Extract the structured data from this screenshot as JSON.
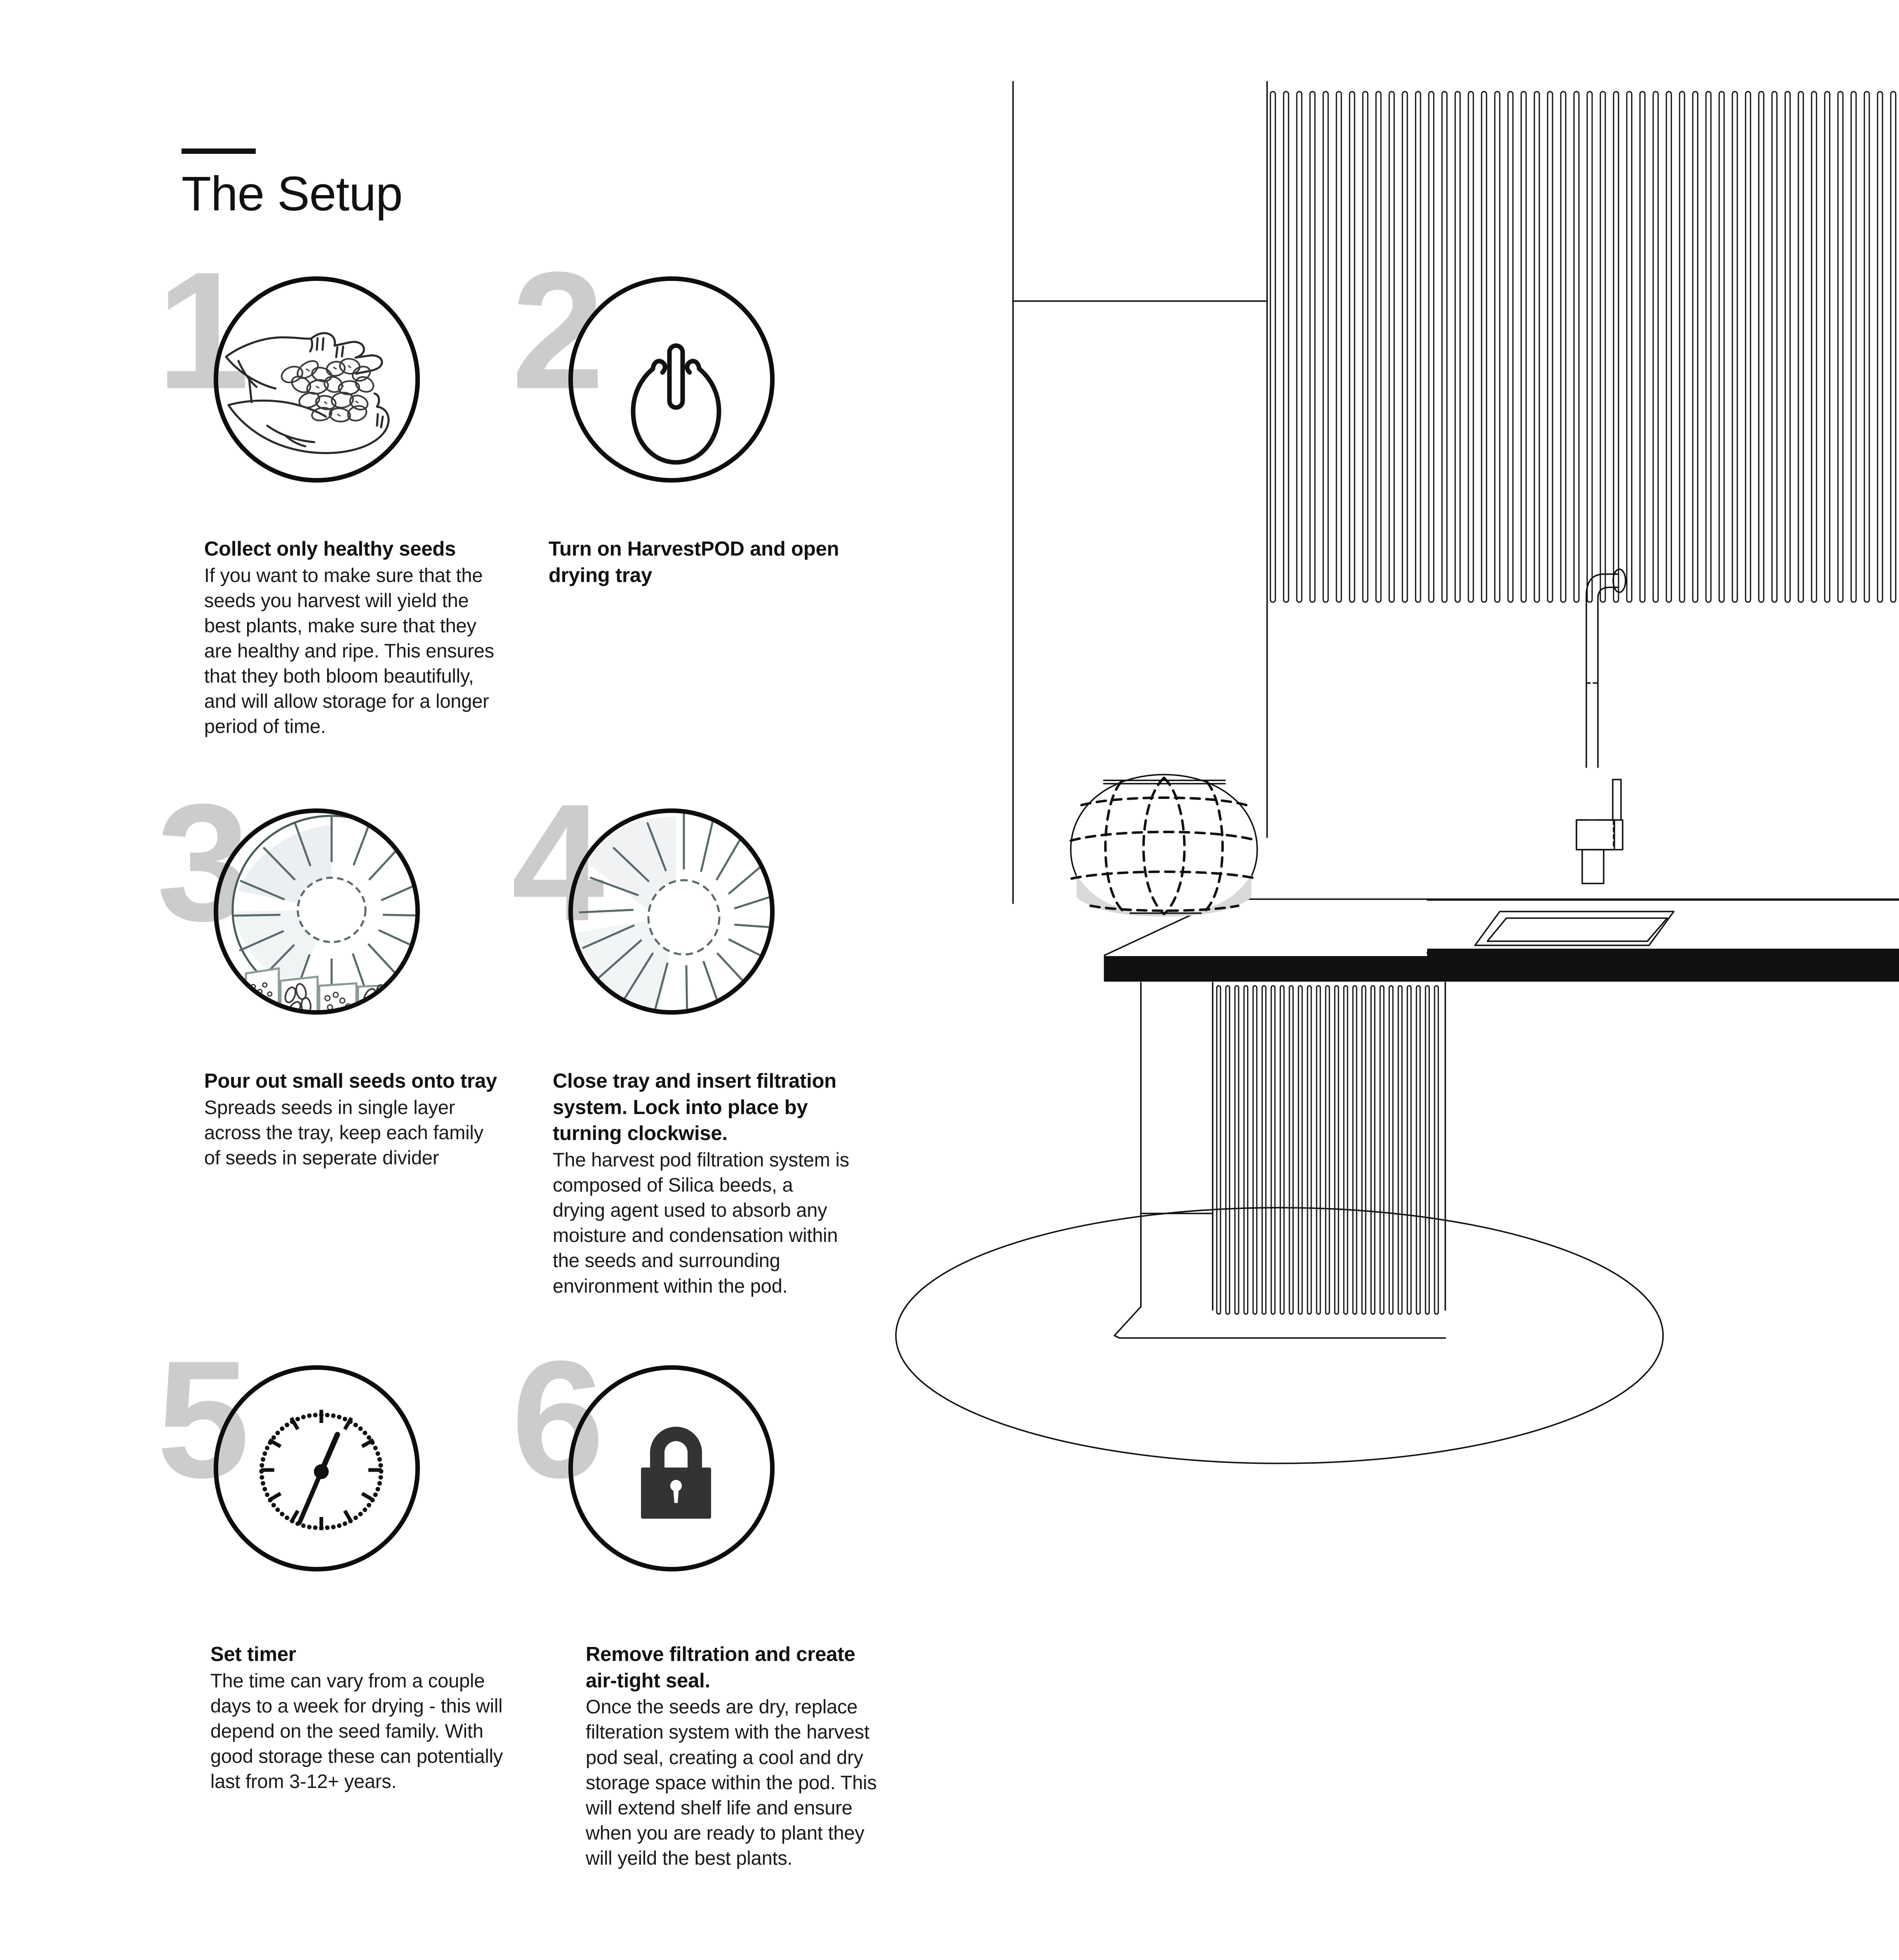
{
  "header": {
    "title": "The Setup"
  },
  "steps": [
    {
      "number": "1",
      "icon": "hand-with-seeds-illustration",
      "heading": "Collect only healthy seeds",
      "body": "If you want to make sure that the seeds you harvest will yield the best plants, make sure that they are healthy and ripe. This ensures that they both bloom beautifully, and will allow storage for a longer period of time."
    },
    {
      "number": "2",
      "icon": "power-icon",
      "heading": "Turn on HarvestPOD and open drying tray",
      "body": ""
    },
    {
      "number": "3",
      "icon": "open-radial-tray-with-seeds-illustration",
      "heading": "Pour out small seeds onto tray",
      "body": "Spreads seeds in single layer across the tray, keep each family of seeds in seperate divider"
    },
    {
      "number": "4",
      "icon": "closed-radial-tray-illustration",
      "heading": "Close tray and insert filtration system. Lock into place by turning clockwise.",
      "body": "The harvest pod filtration system is composed of Silica beeds, a drying agent used to absorb any moisture and condensation within the seeds and surrounding environment within the pod."
    },
    {
      "number": "5",
      "icon": "clock-icon",
      "heading": "Set timer",
      "body": "The time can vary from a couple days to a week for drying - this will depend on the seed family. With good storage these can potentially last from 3-12+ years."
    },
    {
      "number": "6",
      "icon": "lock-icon",
      "heading": "Remove filtration and create air-tight seal.",
      "body": "Once the seeds are dry, replace filteration system with the harvest pod seal, creating a cool and dry storage space within the pod. This will extend shelf life and ensure when you are ready to plant they will yeild the best plants."
    }
  ],
  "illustration": {
    "name": "kitchen-island-elevation-with-harvestpod",
    "parts": [
      "slatted-wall-panel",
      "back-wall",
      "faucet",
      "sink-basin",
      "countertop",
      "harvestpod",
      "slatted-island-base",
      "floor-rug"
    ]
  },
  "colors": {
    "ink": "#111111",
    "numeral_gray": "#cccccc",
    "line": "#1a1a1a",
    "background": "#ffffff",
    "lock_fill": "#333333"
  }
}
